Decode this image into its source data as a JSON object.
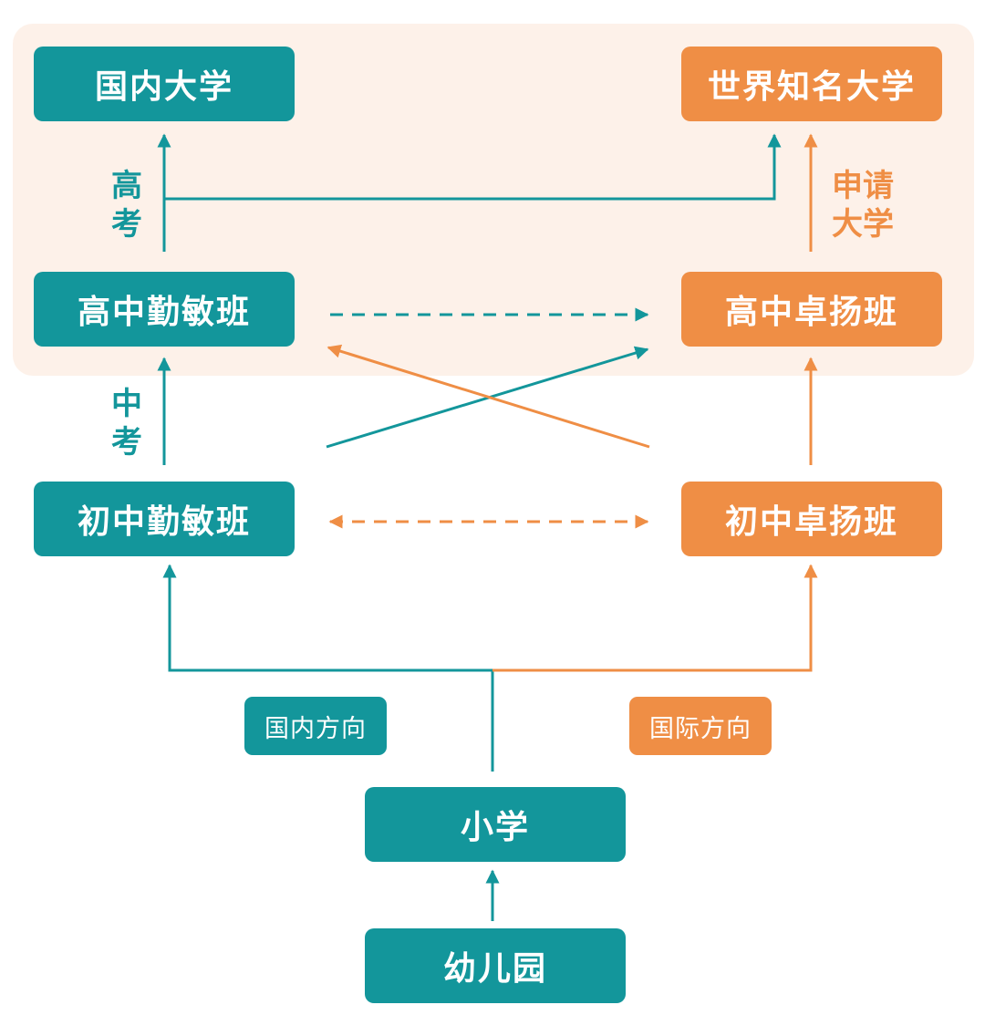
{
  "colors": {
    "teal": "#13969B",
    "orange": "#EF8E45",
    "panel_bg": "#FDF1E9",
    "white": "#FFFFFF"
  },
  "nodes": {
    "domestic_university": "国内大学",
    "world_university": "世界知名大学",
    "senior_qinmin": "高中勤敏班",
    "senior_zhuoyang": "高中卓扬班",
    "junior_qinmin": "初中勤敏班",
    "junior_zhuoyang": "初中卓扬班",
    "primary_school": "小学",
    "kindergarten": "幼儿园"
  },
  "tags": {
    "domestic_direction": "国内方向",
    "international_direction": "国际方向"
  },
  "edge_labels": {
    "gaokao": [
      "高",
      "考"
    ],
    "zhongkao": [
      "中",
      "考"
    ],
    "apply_university": [
      "申请",
      "大学"
    ]
  }
}
